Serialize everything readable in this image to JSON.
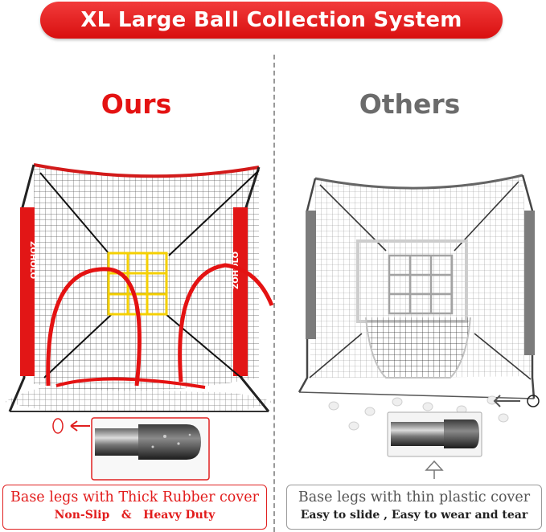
{
  "banner": {
    "title": "XL Large Ball Collection System"
  },
  "left": {
    "title": "Ours",
    "brand": "ZOHOLO",
    "caption": "Base legs with Thick Rubber cover",
    "features": "Non-Slip   &   Heavy Duty"
  },
  "right": {
    "title": "Others",
    "caption": "Base legs with thin plastic cover",
    "features": "Easy to slide , Easy to wear and tear"
  },
  "colors": {
    "accent": "#e41212",
    "neutral": "#6b6b6b"
  }
}
